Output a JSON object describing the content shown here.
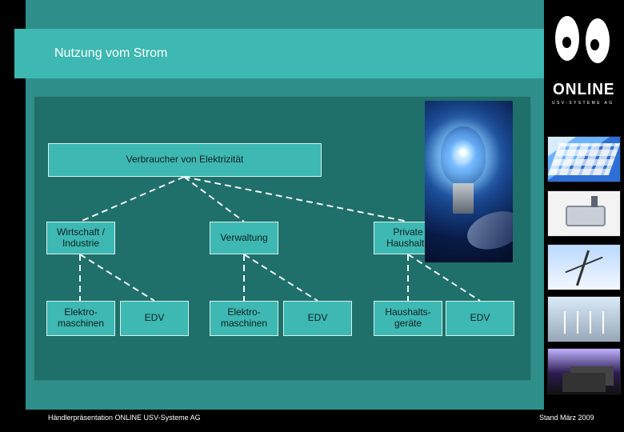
{
  "slide": {
    "title": "Nutzung vom Strom",
    "top_box": "Verbraucher von Elektrizität",
    "branches": [
      "Wirtschaft /\nIndustrie",
      "Verwaltung",
      "Private\nHaushalte"
    ],
    "bottom_boxes": [
      "Elektro-\nmaschinen",
      "EDV",
      "Elektro-\nmaschinen",
      "EDV",
      "Haushalts-\ngeräte",
      "EDV"
    ],
    "footer_left": "Händlerpräsentation ONLINE USV-Systeme AG",
    "footer_right": "Stand März 2009"
  },
  "branding": {
    "company": "ONLINE",
    "tagline": "USV-SYSTEME AG"
  },
  "colors": {
    "background": "#000000",
    "slide": "#2e8f8a",
    "title_bar": "#3db8b2",
    "panel": "#1f6f6a",
    "box": "#3db8b2",
    "text_dark": "#0f1e1e",
    "text_light": "#ffffff"
  },
  "icons": {
    "eyes": "eyes-logo-icon",
    "bulb": "light-bulb-image",
    "keyboard": "keyboard-image",
    "plug": "power-plug-image",
    "mast": "power-mast-image",
    "wind": "wind-turbines-image",
    "storm": "storm-city-image"
  }
}
